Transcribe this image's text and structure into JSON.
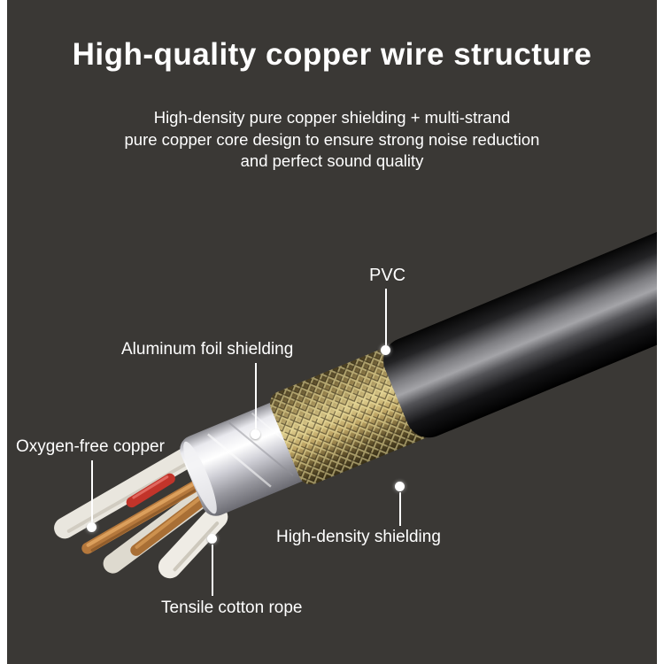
{
  "page": {
    "background_color": "#3a3835",
    "frame_edge_color": "#ffffff",
    "text_color": "#ffffff",
    "title": "High-quality copper wire structure",
    "subtitle_line1": "High-density pure copper shielding + multi-strand",
    "subtitle_line2": "pure copper core design to ensure strong noise reduction",
    "subtitle_line3": "and perfect sound quality"
  },
  "labels": [
    {
      "id": "pvc",
      "text": "PVC"
    },
    {
      "id": "aluminum-foil-shielding",
      "text": "Aluminum foil shielding"
    },
    {
      "id": "oxygen-free-copper",
      "text": "Oxygen-free copper"
    },
    {
      "id": "high-density-shielding",
      "text": "High-density shielding"
    },
    {
      "id": "tensile-cotton-rope",
      "text": "Tensile cotton rope"
    }
  ],
  "illustration": {
    "description": "Cutaway audio cable showing internal layer structure",
    "colors": {
      "pvc_jacket": "#111113",
      "braided_shield_gold": "#d8c687",
      "aluminum_foil": "#e9e9ee",
      "copper_wire": "#b5783c",
      "cotton_rope": "#efece5",
      "signal_wire_red": "#c2342a"
    }
  }
}
